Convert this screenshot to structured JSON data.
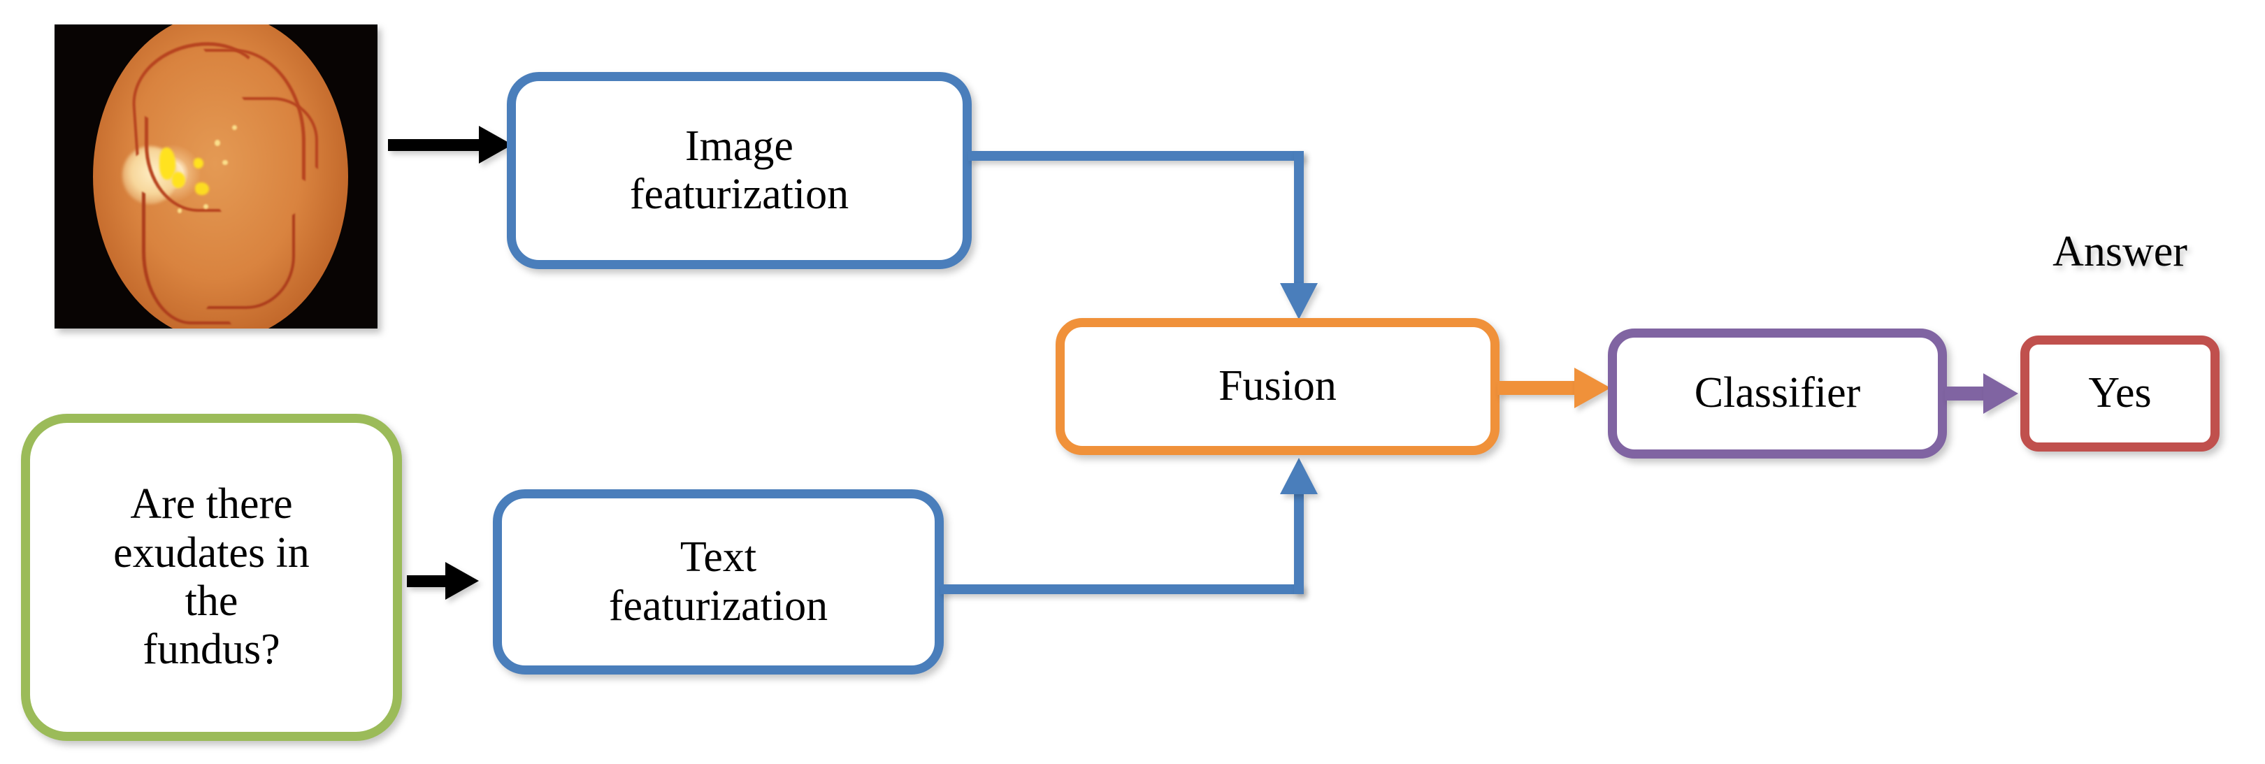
{
  "diagram": {
    "title": "Medical visual question answering pipeline",
    "nodes": {
      "fundus_image": {
        "name": "retinal fundus photograph",
        "alt": "Color fundus photograph of a retina showing bright yellow exudates and the optic disc"
      },
      "image_featurization": {
        "label": "Image\nfeaturization",
        "color": "#4A7EBB"
      },
      "question": {
        "label": "Are there\nexudates in\nthe\nfundus?",
        "color": "#9BBB59"
      },
      "text_featurization": {
        "label": "Text\nfeaturization",
        "color": "#4A7EBB"
      },
      "fusion": {
        "label": "Fusion",
        "color": "#F0913A"
      },
      "classifier": {
        "label": "Classifier",
        "color": "#8064A2"
      },
      "answer": {
        "label": "Yes",
        "color": "#C0504D"
      }
    },
    "captions": {
      "answer_caption": "Answer"
    },
    "edges": [
      {
        "name": "image-to-image-featurization",
        "from": "fundus_image",
        "to": "image_featurization",
        "color": "#000000",
        "style": "straight-arrow"
      },
      {
        "name": "question-to-text-featurization",
        "from": "question",
        "to": "text_featurization",
        "color": "#000000",
        "style": "straight-arrow"
      },
      {
        "name": "image-featurization-to-fusion",
        "from": "image_featurization",
        "to": "fusion",
        "color": "#4A7EBB",
        "style": "elbow-down-arrow"
      },
      {
        "name": "text-featurization-to-fusion",
        "from": "text_featurization",
        "to": "fusion",
        "color": "#4A7EBB",
        "style": "elbow-up-arrow"
      },
      {
        "name": "fusion-to-classifier",
        "from": "fusion",
        "to": "classifier",
        "color": "#F0913A",
        "style": "straight-arrow"
      },
      {
        "name": "classifier-to-answer",
        "from": "classifier",
        "to": "answer",
        "color": "#8064A2",
        "style": "straight-arrow"
      }
    ]
  },
  "palette": {
    "blue": "#4A7EBB",
    "green": "#9BBB59",
    "orange": "#F0913A",
    "purple": "#8064A2",
    "red": "#C0504D",
    "black": "#000000",
    "background": "#FFFFFF"
  }
}
